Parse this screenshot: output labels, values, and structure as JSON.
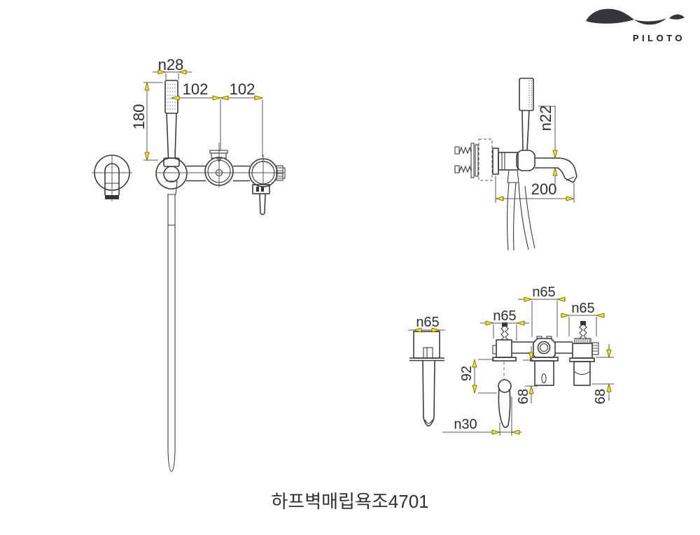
{
  "brand": {
    "wordmark": "PILOTO"
  },
  "page_title": "하프벽매립욕조4701",
  "colors": {
    "object_line": "#3b3b3d",
    "thin_line": "#54545a",
    "arrow_fill": "#f6e60a",
    "text": "#2e2e30"
  },
  "views": {
    "front": {
      "dims": {
        "head_diameter": "n28",
        "height": "180",
        "span_left": "102",
        "span_right": "102"
      }
    },
    "side": {
      "dims": {
        "spout_diameter": "n22",
        "spout_length": "200"
      }
    },
    "rough_in": {
      "dims": {
        "spout_flange_diameter": "n65",
        "lever_valve_diameter": "n65",
        "diverter_valve_diameter": "n65",
        "stop_valve_diameter": "n65",
        "lever_drop": "92",
        "diverter_depth": "68",
        "stop_valve_depth": "68",
        "lever_diameter": "n30"
      }
    }
  }
}
